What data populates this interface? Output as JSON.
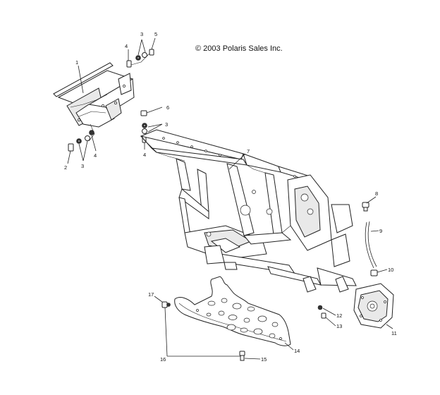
{
  "copyright": "© 2003 Polaris Sales Inc.",
  "callouts": {
    "c1": "1",
    "c2": "2",
    "c3a": "3",
    "c3b": "3",
    "c3c": "3",
    "c4a": "4",
    "c4b": "4",
    "c4c": "4",
    "c5": "5",
    "c6": "6",
    "c7": "7",
    "c8": "8",
    "c9": "9",
    "c10": "10",
    "c11": "11",
    "c12": "12",
    "c13": "13",
    "c14": "14",
    "c15": "15",
    "c16": "16",
    "c17": "17"
  }
}
